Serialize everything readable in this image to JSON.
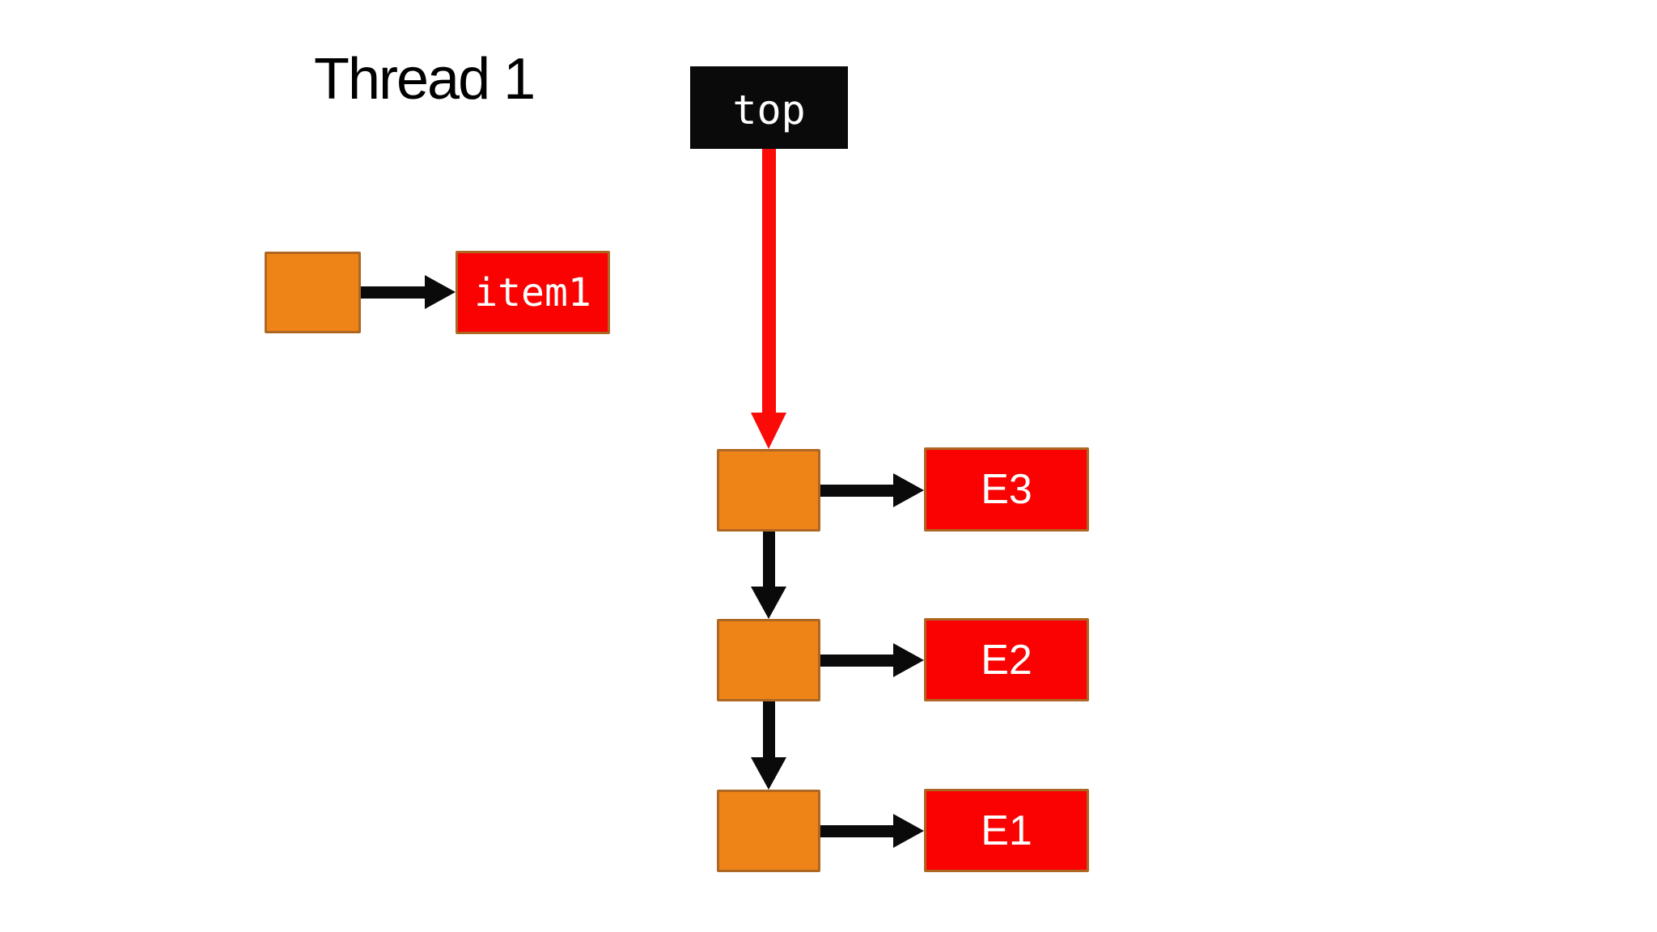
{
  "diagram": {
    "title": "Thread 1",
    "top_pointer_label": "top",
    "thread_item": {
      "label": "item1"
    },
    "stack_nodes": [
      {
        "label": "E3"
      },
      {
        "label": "E2"
      },
      {
        "label": "E1"
      }
    ]
  },
  "colors": {
    "background": "#FFFFFF",
    "node_fill": "#EE8418",
    "node_border": "#AD6723",
    "value_fill": "#FA0202",
    "value_border": "#AD6723",
    "pointer_box_fill": "#0A0A0A",
    "pointer_arrow": "#FA0B07",
    "link_arrow": "#0A0A0A",
    "label_text": "#000000",
    "box_text": "#FFFFFF"
  }
}
